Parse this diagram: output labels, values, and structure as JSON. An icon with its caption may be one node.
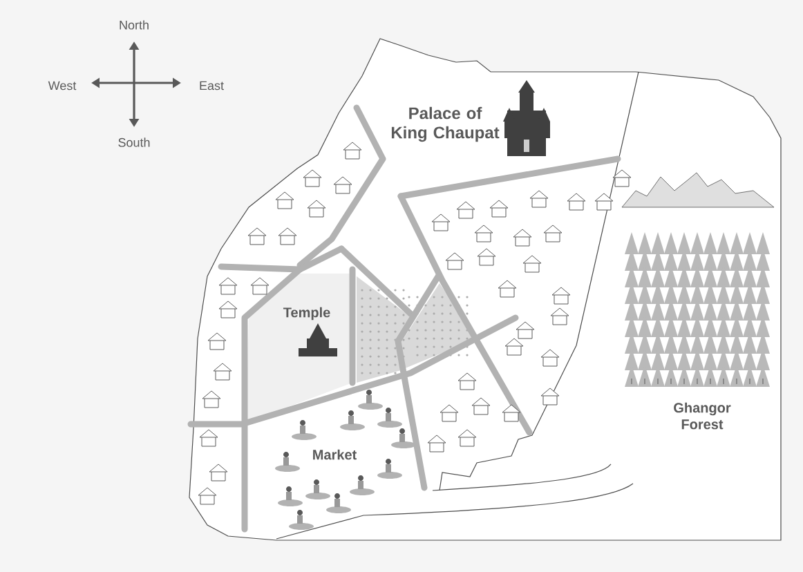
{
  "diagram": {
    "labels": [
      "North",
      "West",
      "East",
      "South",
      "Palace of King Chaupat",
      "Temple",
      "Market",
      "Ghangor Forest"
    ]
  }
}
